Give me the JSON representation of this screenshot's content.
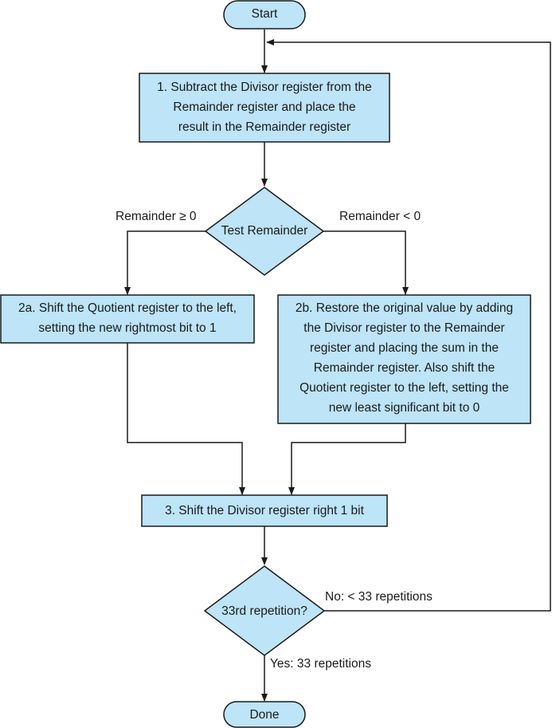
{
  "nodes": {
    "start": "Start",
    "step1": [
      "1.  Subtract the Divisor register from the",
      "Remainder register and place the",
      "result in the Remainder register"
    ],
    "test_remainder": "Test Remainder",
    "step2a": [
      "2a.  Shift the Quotient register to the left,",
      "setting the new rightmost bit to 1"
    ],
    "step2b": [
      "2b.  Restore the original value by adding",
      "the Divisor register to the Remainder",
      "register and placing the sum in the",
      "Remainder register. Also shift the",
      "Quotient register to the left, setting the",
      "new least significant bit to 0"
    ],
    "step3": "3.  Shift the Divisor register right 1 bit",
    "repetition_test": "33rd repetition?",
    "done": "Done"
  },
  "edges": {
    "remainder_ge_0": "Remainder ≥ 0",
    "remainder_lt_0": "Remainder < 0",
    "no_branch": "No: < 33 repetitions",
    "yes_branch": "Yes: 33 repetitions"
  },
  "colors": {
    "fill": "#bde4f7",
    "stroke": "#1a1a1a",
    "text": "#1a1a1a"
  }
}
